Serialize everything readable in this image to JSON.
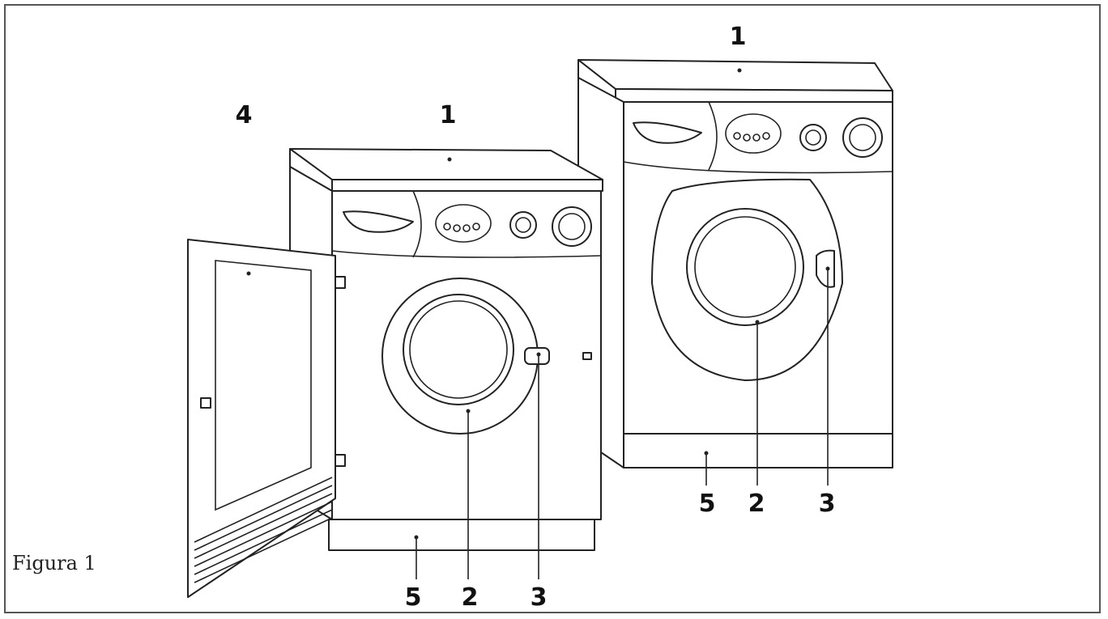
{
  "caption": "Figura 1",
  "labels": {
    "m1_top": "1",
    "m1_door": "4",
    "m1_base": "5",
    "m1_porthole": "2",
    "m1_lock": "3",
    "m2_top": "1",
    "m2_base": "5",
    "m2_porthole": "2",
    "m2_lock": "3"
  }
}
